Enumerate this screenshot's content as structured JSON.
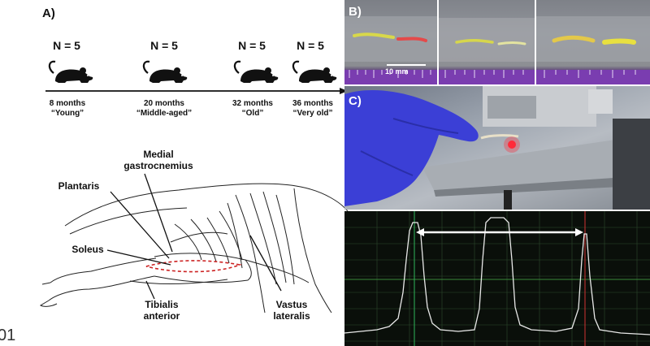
{
  "figure": {
    "side_text": "01",
    "panel_a": {
      "label": "A)",
      "groups": [
        {
          "n": "N = 5",
          "age": "8 months",
          "desc": "“Young”"
        },
        {
          "n": "N = 5",
          "age": "20 months",
          "desc": "“Middle-aged”"
        },
        {
          "n": "N = 5",
          "age": "32 months",
          "desc": "“Old”"
        },
        {
          "n": "N = 5",
          "age": "36 months",
          "desc": "“Very old”"
        }
      ],
      "muscles": {
        "medial": "Medial gastrocnemius",
        "plantaris": "Plantaris",
        "soleus": "Soleus",
        "tibialis": "Tibialis anterior",
        "vastus": "Vastus lateralis"
      }
    },
    "panel_b": {
      "label": "B)",
      "scale": "10 mm"
    },
    "panel_c": {
      "label": "C)"
    }
  },
  "colors": {
    "glove": "#3b3fd6",
    "laser": "#ff2a3a",
    "scope_bg": "#0a0f0a",
    "trace": "#e8e8e8"
  }
}
